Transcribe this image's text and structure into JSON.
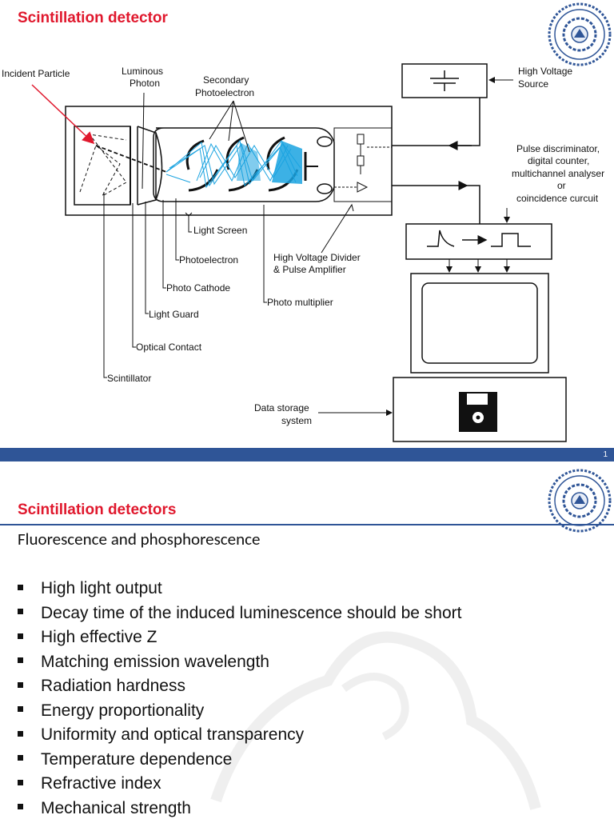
{
  "slide1": {
    "title": "Scintillation detector",
    "labels": {
      "incident_particle": "Incident Particle",
      "luminous_photon_1": "Luminous",
      "luminous_photon_2": "Photon",
      "secondary_1": "Secondary",
      "secondary_2": "Photoelectron",
      "hv_source_1": "High Voltage",
      "hv_source_2": "Source",
      "pulse_1": "Pulse discriminator,",
      "pulse_2": "digital counter,",
      "pulse_3": "multichannel analyser",
      "pulse_4": "or",
      "pulse_5": "coincidence curcuit",
      "light_screen": "Light Screen",
      "photoelectron": "Photoelectron",
      "hv_divider_1": "High Voltage Divider",
      "hv_divider_2": "& Pulse Amplifier",
      "photo_cathode": "Photo Cathode",
      "photo_multiplier": "Photo multiplier",
      "light_guard": "Light Guard",
      "optical_contact": "Optical Contact",
      "scintillator": "Scintillator",
      "data_storage_1": "Data storage",
      "data_storage_2": "system"
    },
    "page_number": "1"
  },
  "slide2": {
    "title": "Scintillation detectors",
    "subtitle": "Fluorescence and phosphorescence",
    "bullets": [
      "High light output",
      "Decay time of the induced luminescence should be short",
      "High effective Z",
      "Matching emission wavelength",
      "Radiation hardness",
      "Energy proportionality",
      "Uniformity and optical transparency",
      "Temperature dependence",
      "Refractive index",
      "Mechanical strength"
    ]
  },
  "colors": {
    "title_red": "#e0182d",
    "bar_blue": "#2f5597",
    "dynode_cyan": "#1aa3e0",
    "arrow_red": "#e0182d"
  }
}
